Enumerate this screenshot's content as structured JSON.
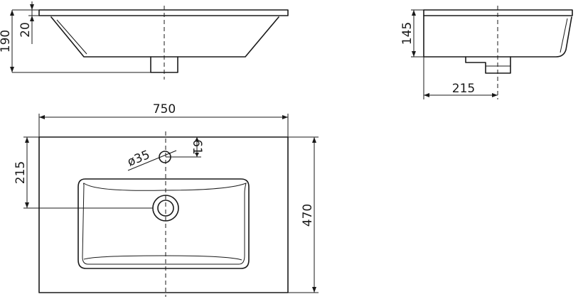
{
  "drawing": {
    "dimensions": {
      "front_height": "190",
      "front_rim": "20",
      "side_height": "145",
      "side_depth": "215",
      "top_width": "750",
      "top_depth": "470",
      "drain_offset": "215",
      "tap_hole_diameter": "ø35",
      "tap_hole_offset": "61"
    }
  }
}
